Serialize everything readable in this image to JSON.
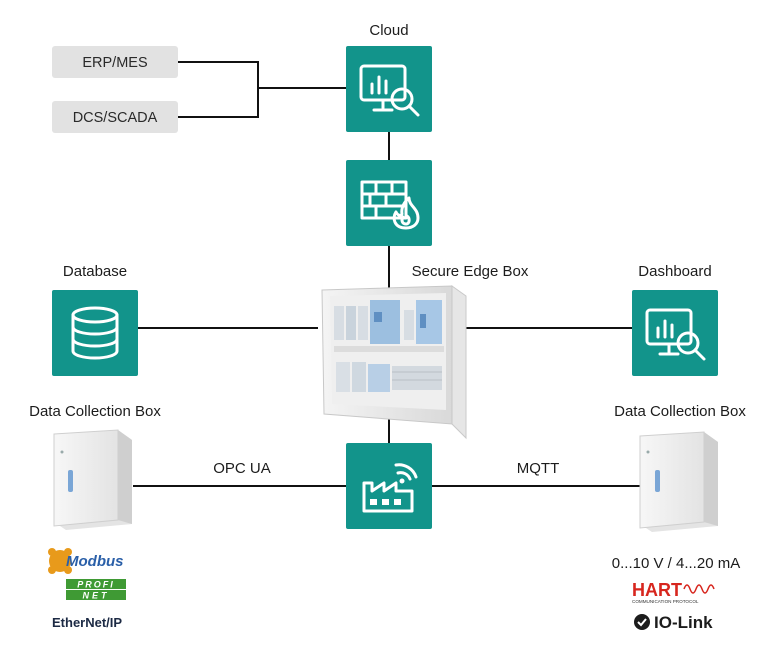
{
  "colors": {
    "teal": "#12948b",
    "line": "#111111",
    "system_box": "#e2e2e2",
    "modbus_blue": "#2a5fa8",
    "modbus_orange": "#e89a1b",
    "profinet_green": "#3f9a34",
    "hart_red": "#d7261e"
  },
  "labels": {
    "cloud": "Cloud",
    "database": "Database",
    "secure_edge_box": "Secure Edge Box",
    "dashboard": "Dashboard",
    "dcb_left": "Data Collection Box",
    "dcb_right": "Data Collection Box",
    "opc_ua": "OPC UA",
    "mqtt": "MQTT",
    "analog": "0...10 V / 4...20 mA"
  },
  "systems": [
    "ERP/MES",
    "DCS/SCADA"
  ],
  "protocols_left": {
    "modbus": "Modbus",
    "profinet_top": "PROFI",
    "profinet_bottom": "NET",
    "ethernet_ip": "EtherNet/IP"
  },
  "protocols_right": {
    "hart": "HART",
    "hart_sub": "COMMUNICATION PROTOCOL",
    "iolink": "IO-Link"
  },
  "icons": {
    "cloud": "monitor-analytics-icon",
    "firewall": "firewall-icon",
    "database": "database-icon",
    "dashboard": "monitor-analytics-icon",
    "factory": "factory-wireless-icon"
  }
}
